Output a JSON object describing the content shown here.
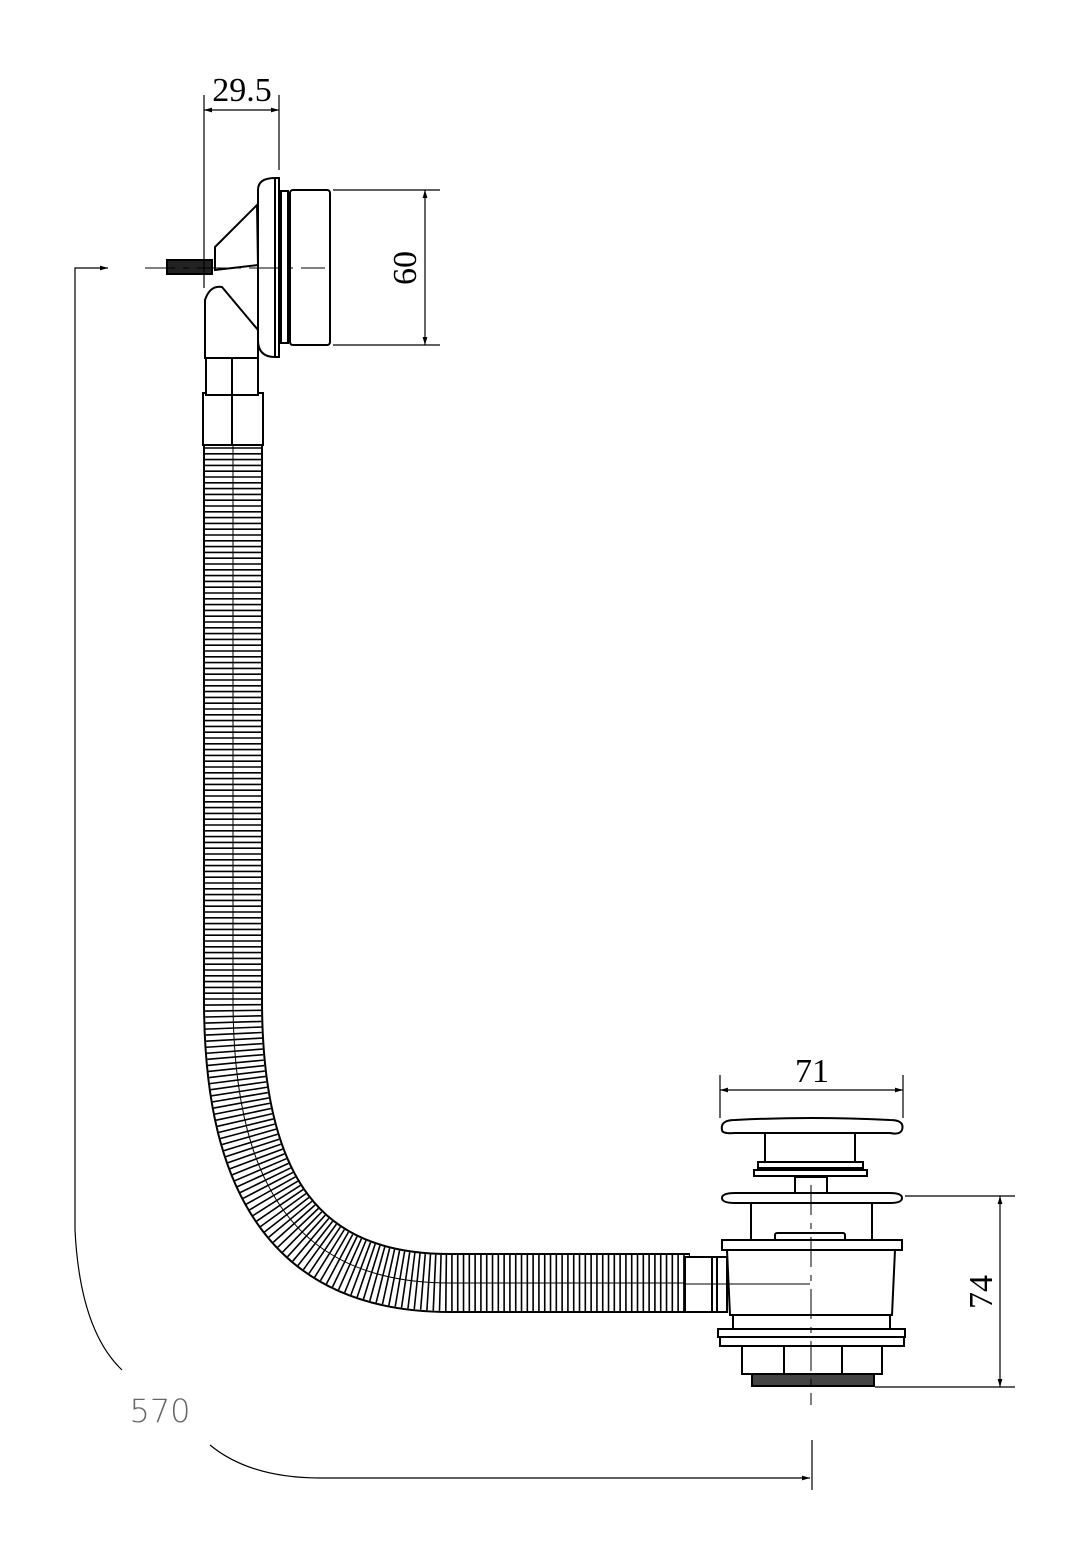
{
  "drawing": {
    "dimensions": {
      "overflow_offset": "29.5",
      "overflow_height": "60",
      "waste_cap_width": "71",
      "waste_height": "74",
      "total_length": "570"
    },
    "line_color": "#000000",
    "dimension_line_color": "#333333",
    "light_text_color": "#666666"
  }
}
